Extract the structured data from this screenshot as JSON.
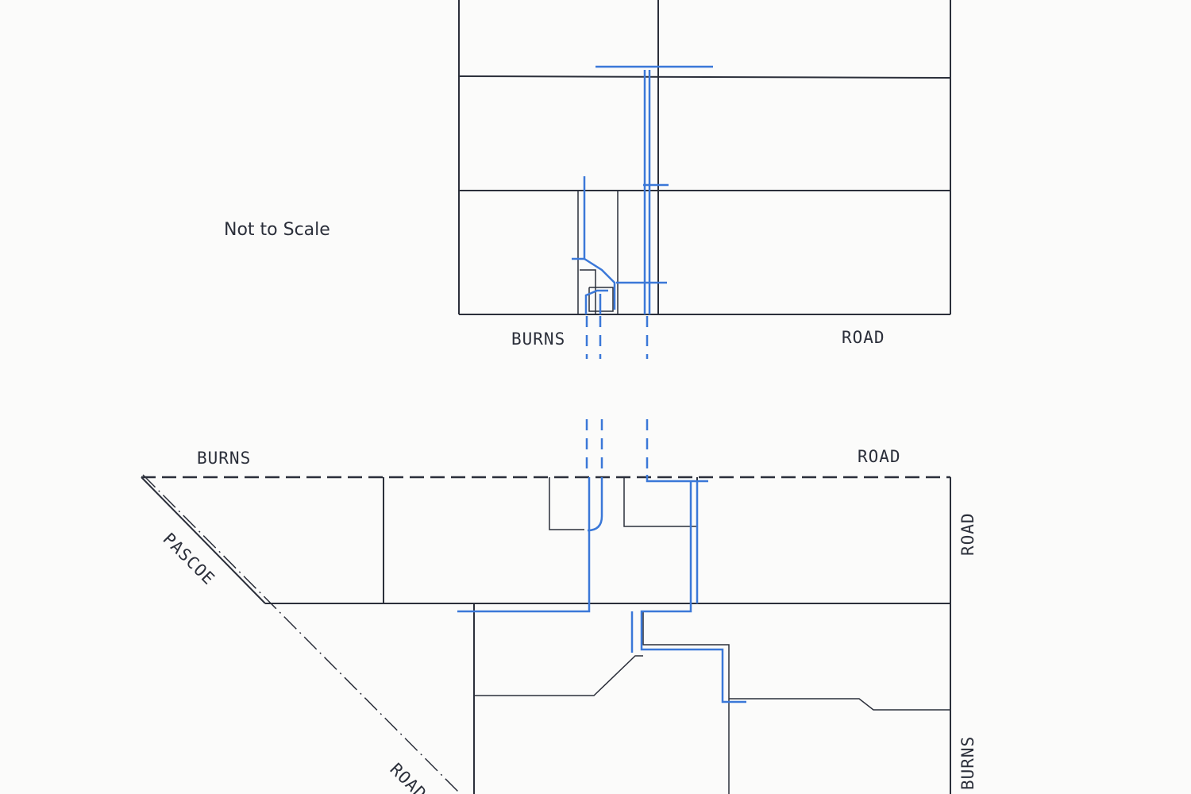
{
  "labels": {
    "scale_note": "Not to Scale",
    "upper_burns": "BURNS",
    "upper_road": "ROAD",
    "lower_burns": "BURNS",
    "lower_road": "ROAD",
    "right_road": "ROAD",
    "right_burns": "BURNS",
    "pascoe": "PASCOE",
    "pascoe_road": "ROAD"
  },
  "colors": {
    "boundary": "#2b2f3a",
    "pipeline": "#3b78d8"
  }
}
